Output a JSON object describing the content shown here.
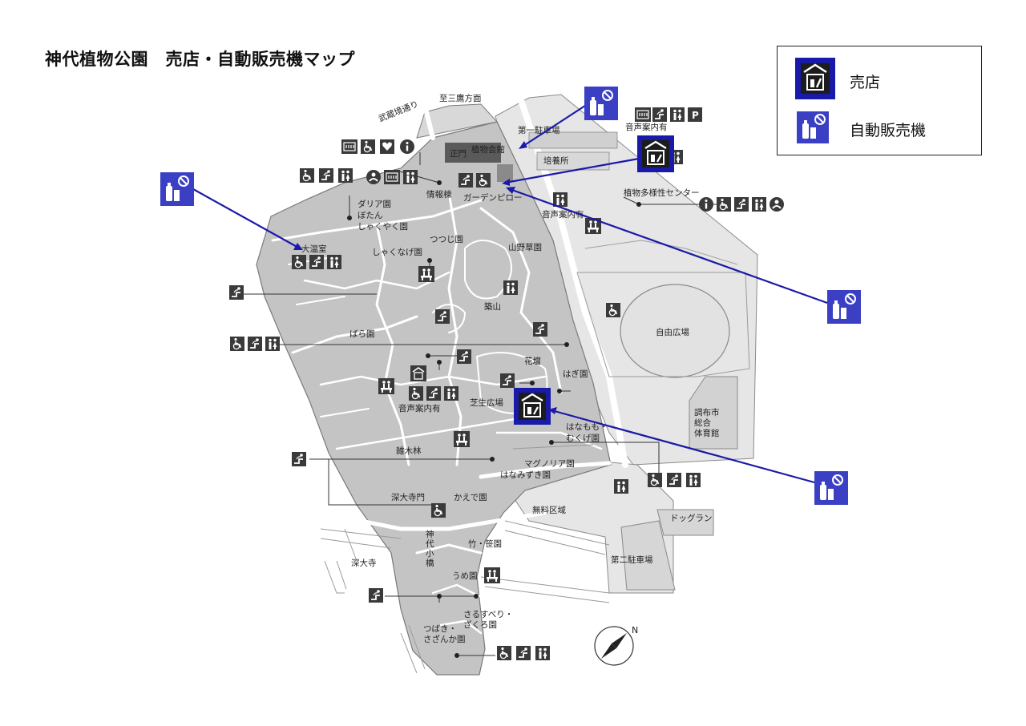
{
  "title": "神代植物公園　売店・自動販売機マップ",
  "legend": {
    "shop_label": "売店",
    "vending_label": "自動販売機"
  },
  "colors": {
    "accent_blue": "#1a1aa8",
    "vending_icon_bg": "#3b3fc4",
    "shop_icon_bg": "#1c1c1c",
    "park_fill": "#c4c4c4",
    "outer_fill": "#e6e6e6",
    "road_color": "#ffffff",
    "facility_icon_bg": "#3a3a3a"
  },
  "map_labels": {
    "musashino": "武蔵境通り",
    "shimitaka": "至三鷹方面",
    "parking1": "第一駐車場",
    "seimon": "正門",
    "kaikan": "植物会館",
    "baiyo": "培養所",
    "jouhou": "情報棟",
    "garden": "ガーデンピロー",
    "onsei1": "音声案内有",
    "tayousei": "植物多様性センター",
    "onsei2": "音声案内有",
    "dahlia": "ダリア園",
    "botan": "ぼたん",
    "shakuyaku": "しゃくやく園",
    "oonshitsu": "大温室",
    "tsutsuji": "つつじ園",
    "shakunage": "しゃくなげ園",
    "sanya": "山野草園",
    "tsukiyama": "築山",
    "jiyu": "自由広場",
    "bara": "ばら園",
    "kadan": "花壇",
    "hagi": "はぎ園",
    "shibafu": "芝生広場",
    "onsei3": "音声案内有",
    "chofu": [
      "調布市",
      "総合",
      "体育館"
    ],
    "hanamomo": [
      "はなもも・",
      "むくげ園"
    ],
    "zoukibayashi": "雑木林",
    "magnolia": "マグノリア園",
    "hanamizuki": "はなみずき園",
    "jindaijimon": "深大寺門",
    "kaede": "かえで園",
    "muryou": "無料区域",
    "dogrun": "ドッグラン",
    "jindaiji": "深大寺",
    "jindai_kobashi": [
      "神",
      "代",
      "小",
      "橋"
    ],
    "take": "竹・笹園",
    "parking2": "第二駐車場",
    "ume": "うめ園",
    "sarusuberi": [
      "さるすべり・",
      "ざくろ園"
    ],
    "tsubaki": [
      "つばき・",
      "さざんか園"
    ],
    "north": "N"
  }
}
